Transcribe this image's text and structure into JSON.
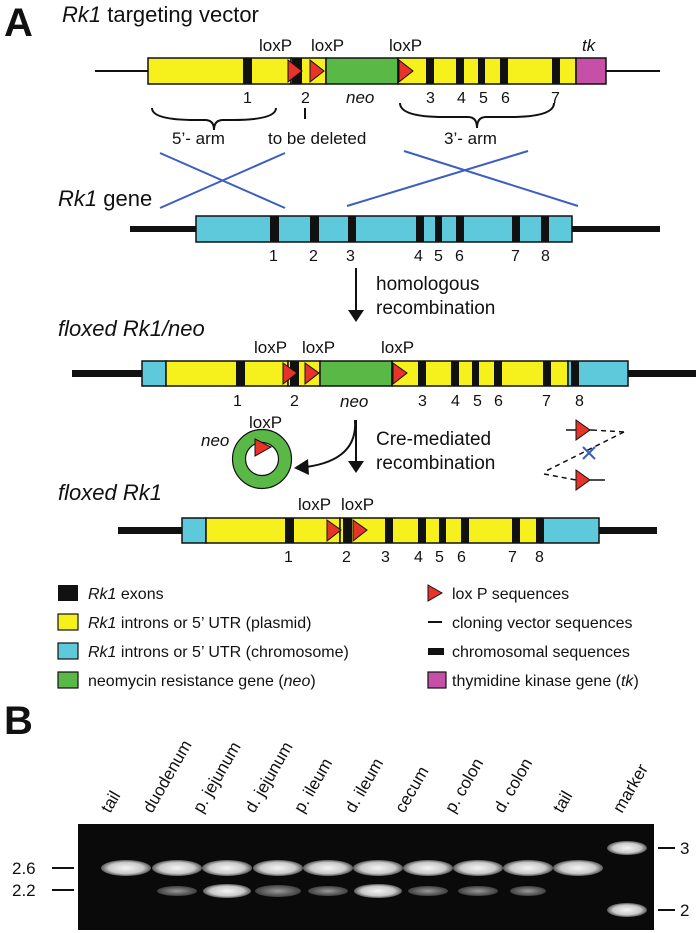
{
  "panel_a": {
    "letter": "A",
    "targeting": {
      "title_italic": "Rk1",
      "title_rest": " targeting vector",
      "loxp_labels": [
        "loxP",
        "loxP",
        "loxP"
      ],
      "tk": "tk",
      "neo": "neo",
      "exons": [
        "1",
        "2",
        "3",
        "4",
        "5",
        "6",
        "7"
      ],
      "five_arm": "5’- arm",
      "deleted": "to be deleted",
      "three_arm": "3’- arm"
    },
    "gene": {
      "title_italic": "Rk1",
      "title_rest": " gene",
      "exons": [
        "1",
        "2",
        "3",
        "4",
        "5",
        "6",
        "7",
        "8"
      ],
      "step_line1": "homologous",
      "step_line2": "recombination"
    },
    "floxed_neo": {
      "title": "floxed Rk1/neo",
      "loxp_labels": [
        "loxP",
        "loxP",
        "loxP"
      ],
      "neo": "neo",
      "exons": [
        "1",
        "2",
        "3",
        "4",
        "5",
        "6",
        "7",
        "8"
      ]
    },
    "cre": {
      "circle_loxp": "loxP",
      "circle_neo": "neo",
      "line1": "Cre-mediated",
      "line2": "recombination"
    },
    "floxed": {
      "title": "floxed Rk1",
      "loxp_labels": [
        "loxP",
        "loxP"
      ],
      "exons": [
        "1",
        "2",
        "3",
        "4",
        "5",
        "6",
        "7",
        "8"
      ]
    },
    "legend": {
      "exons": {
        "italic": "Rk1",
        "rest": " exons"
      },
      "plasmid": {
        "italic": "Rk1",
        "rest": " introns or 5’ UTR (plasmid)"
      },
      "chromosome": {
        "italic": "Rk1",
        "rest": " introns or 5’ UTR (chromosome)"
      },
      "neo": {
        "pre": "neomycin resistance gene (",
        "italic": "neo",
        "post": ")"
      },
      "loxp": "lox P sequences",
      "cloning": "cloning vector sequences",
      "chromosomal": "chromosomal sequences",
      "tk": {
        "pre": "thymidine kinase gene (",
        "italic": "tk",
        "post": ")"
      }
    },
    "colors": {
      "yellow": "#f6f01c",
      "cyan": "#5fc9dc",
      "green": "#5ab946",
      "magenta": "#c64fa8",
      "red": "#e8332a",
      "blue": "#3b5fc0"
    }
  },
  "panel_b": {
    "letter": "B",
    "lanes": [
      "tail",
      "duodenum",
      "p. jejunum",
      "d. jejunum",
      "p. ileum",
      "d. ileum",
      "cecum",
      "p. colon",
      "d. colon",
      "tail",
      "marker"
    ],
    "left_marks": [
      "2.6",
      "2.2"
    ],
    "right_marks": [
      "3",
      "2"
    ]
  }
}
